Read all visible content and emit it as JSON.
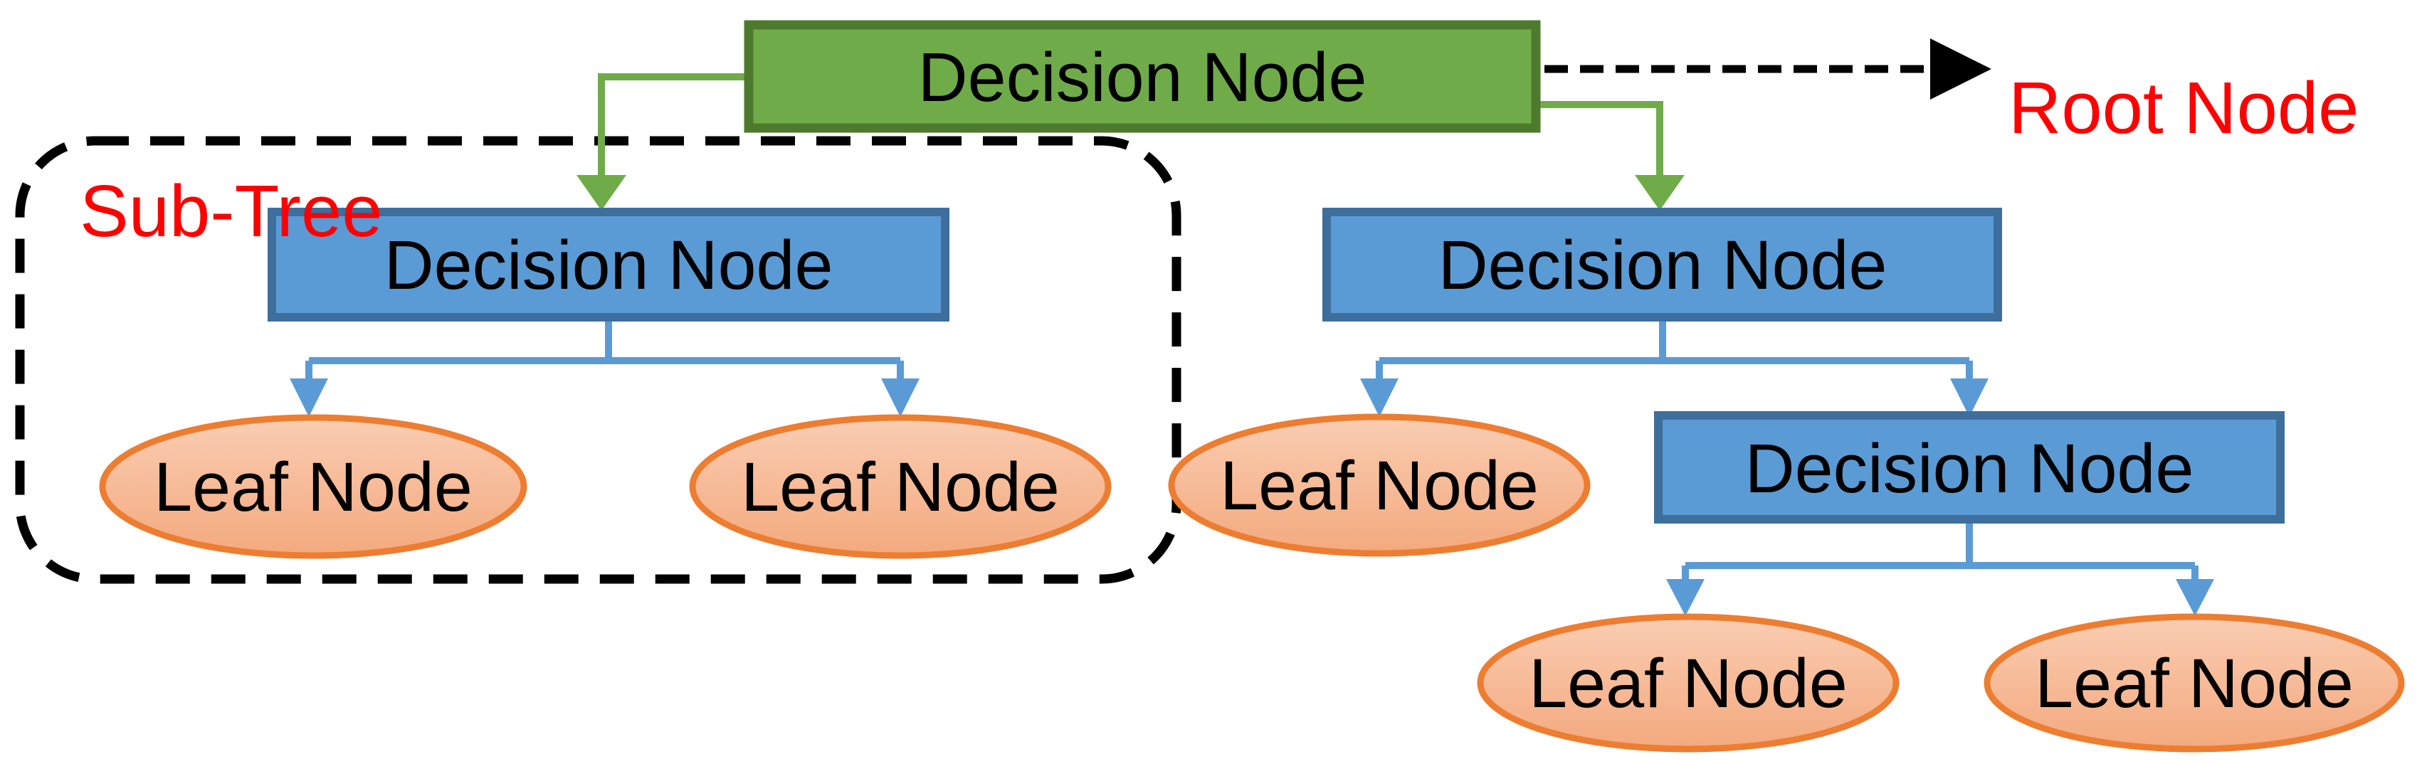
{
  "diagram": {
    "type": "decision-tree",
    "description": "Decision tree diagram with root node, decision nodes, leaf nodes, a dashed sub-tree boundary and red annotations"
  },
  "nodes": {
    "decisions": [
      {
        "id": "root",
        "label": "Decision Node",
        "level": 0,
        "fill": "#6FAC49",
        "border": "#4E7A2E"
      },
      {
        "id": "left",
        "label": "Decision Node",
        "level": 1,
        "fill": "#5B9BD5",
        "border": "#3E6E9C"
      },
      {
        "id": "right",
        "label": "Decision Node",
        "level": 1,
        "fill": "#5B9BD5",
        "border": "#3E6E9C"
      },
      {
        "id": "lower-right",
        "label": "Decision Node",
        "level": 2,
        "fill": "#5B9BD5",
        "border": "#3E6E9C"
      }
    ],
    "leaves": [
      {
        "id": "leaf-1",
        "label": "Leaf Node"
      },
      {
        "id": "leaf-2",
        "label": "Leaf Node"
      },
      {
        "id": "leaf-3",
        "label": "Leaf Node"
      },
      {
        "id": "leaf-4",
        "label": "Leaf Node"
      },
      {
        "id": "leaf-5",
        "label": "Leaf Node"
      }
    ]
  },
  "annotations": {
    "root_pointer": {
      "text": "Root Node",
      "color": "#FF0000"
    },
    "subtree": {
      "text": "Sub-Tree",
      "color": "#FF0000"
    }
  },
  "edges": [
    {
      "from": "root",
      "to": "left",
      "style": "green-elbow-arrow"
    },
    {
      "from": "root",
      "to": "right",
      "style": "green-elbow-arrow"
    },
    {
      "from": "root",
      "to": "root-label",
      "style": "black-dashed-arrow"
    },
    {
      "from": "left",
      "to": "leaf-1",
      "style": "blue-tree-arrow"
    },
    {
      "from": "left",
      "to": "leaf-2",
      "style": "blue-tree-arrow"
    },
    {
      "from": "right",
      "to": "leaf-3",
      "style": "blue-tree-arrow"
    },
    {
      "from": "right",
      "to": "lower-right",
      "style": "blue-tree-arrow"
    },
    {
      "from": "lower-right",
      "to": "leaf-4",
      "style": "blue-tree-arrow"
    },
    {
      "from": "lower-right",
      "to": "leaf-5",
      "style": "blue-tree-arrow"
    }
  ],
  "colors": {
    "green_fill": "#6FAC49",
    "green_border": "#4E7A2E",
    "blue_fill": "#5B9BD5",
    "blue_border": "#3E6E9C",
    "connector_blue": "#5B9BD5",
    "connector_green": "#6FAC49",
    "leaf_border": "#ED7D31",
    "leaf_gradient_top": "#FACDB2",
    "leaf_gradient_bottom": "#F3A97E",
    "annotation_red": "#FF0000",
    "dashed_black": "#000000",
    "background": "#FFFFFF"
  }
}
